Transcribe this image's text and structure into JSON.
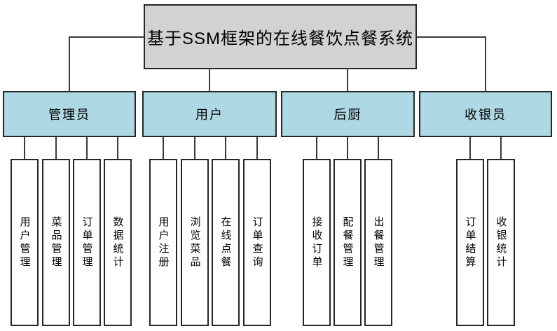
{
  "title": "基于SSM框架的在线餐饮点餐系统",
  "colors": {
    "title_bg": "#d2d2d2",
    "branch_bg": "#aed8e4",
    "border": "#262626",
    "line": "#3a3a3a",
    "leaf_bg": "#ffffff",
    "text": "#000000"
  },
  "branches": [
    {
      "label": "管理员",
      "children": [
        "用户管理",
        "菜品管理",
        "订单管理",
        "数据统计"
      ]
    },
    {
      "label": "用户",
      "children": [
        "用户注册",
        "浏览菜品",
        "在线点餐",
        "订单查询"
      ]
    },
    {
      "label": "后厨",
      "children": [
        "接收订单",
        "配餐管理",
        "出餐管理"
      ]
    },
    {
      "label": "收银员",
      "children": [
        "订单结算",
        "收银统计"
      ]
    }
  ]
}
